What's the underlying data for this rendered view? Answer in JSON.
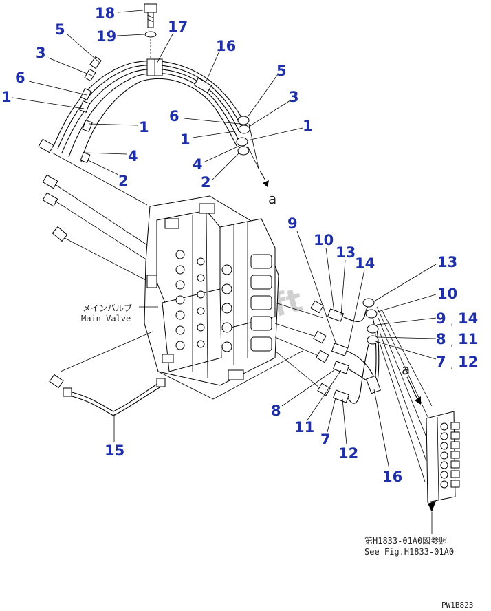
{
  "callouts": [
    {
      "id": "n18",
      "text": "18"
    },
    {
      "id": "n19",
      "text": "19"
    },
    {
      "id": "n17",
      "text": "17"
    },
    {
      "id": "n5a",
      "text": "5"
    },
    {
      "id": "n3a",
      "text": "3"
    },
    {
      "id": "n6a",
      "text": "6"
    },
    {
      "id": "n1a",
      "text": "1"
    },
    {
      "id": "n16a",
      "text": "16"
    },
    {
      "id": "n1b",
      "text": "1"
    },
    {
      "id": "n4a",
      "text": "4"
    },
    {
      "id": "n2a",
      "text": "2"
    },
    {
      "id": "n5b",
      "text": "5"
    },
    {
      "id": "n3b",
      "text": "3"
    },
    {
      "id": "n6b",
      "text": "6"
    },
    {
      "id": "n1c",
      "text": "1"
    },
    {
      "id": "n1d",
      "text": "1"
    },
    {
      "id": "n4b",
      "text": "4"
    },
    {
      "id": "n2b",
      "text": "2"
    },
    {
      "id": "n9a",
      "text": "9"
    },
    {
      "id": "n10a",
      "text": "10"
    },
    {
      "id": "n13a",
      "text": "13"
    },
    {
      "id": "n14a",
      "text": "14"
    },
    {
      "id": "n13b",
      "text": "13"
    },
    {
      "id": "n10b",
      "text": "10"
    },
    {
      "id": "n9b",
      "text": "9"
    },
    {
      "id": "n14b",
      "text": "14"
    },
    {
      "id": "n8b",
      "text": "8"
    },
    {
      "id": "n11b",
      "text": "11"
    },
    {
      "id": "n7b",
      "text": "7"
    },
    {
      "id": "n12b",
      "text": "12"
    },
    {
      "id": "n8a",
      "text": "8"
    },
    {
      "id": "n11a",
      "text": "11"
    },
    {
      "id": "n7a",
      "text": "7"
    },
    {
      "id": "n12a",
      "text": "12"
    },
    {
      "id": "n16b",
      "text": "16"
    },
    {
      "id": "n15",
      "text": "15"
    }
  ],
  "labels": {
    "main_valve_jp": "メインバルブ",
    "main_valve_en": "Main Valve",
    "ref_jp": "第H1833-01A0図参照",
    "ref_en": "See Fig.H1833-01A0",
    "view_mark_a": "a",
    "view_mark_b": "a",
    "drawing_code": "PW1B823",
    "watermark": "Ma    Soft",
    "comma_1": ",",
    "comma_2": ",",
    "comma_3": ","
  }
}
